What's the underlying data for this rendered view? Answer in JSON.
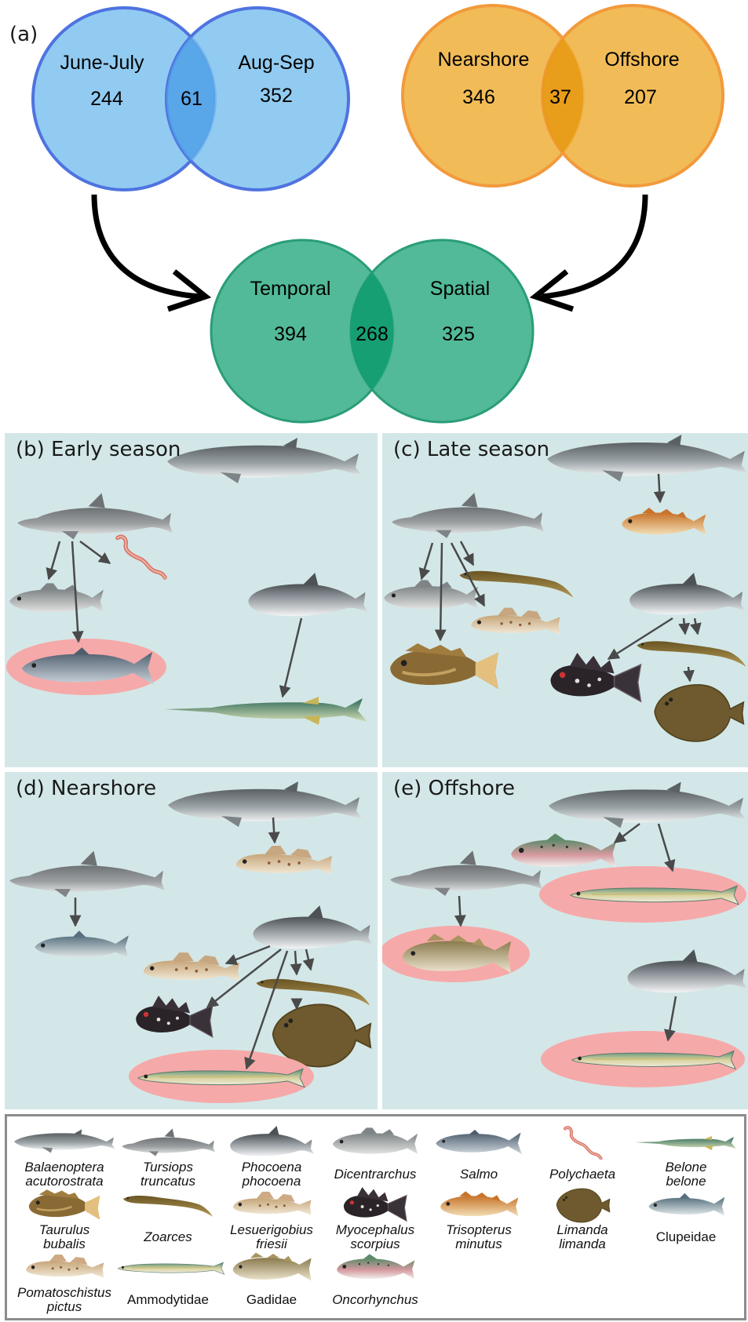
{
  "figure_label": "(a)",
  "venns": {
    "season": {
      "left_label": "June-July",
      "left_value": "244",
      "overlap_value": "61",
      "right_label": "Aug-Sep",
      "right_value": "352",
      "color": "#7fc2ee",
      "stroke": "#4f73e0"
    },
    "location": {
      "left_label": "Nearshore",
      "left_value": "346",
      "overlap_value": "37",
      "right_label": "Offshore",
      "right_value": "207",
      "color": "#efb545",
      "stroke": "#f29a3c"
    },
    "combined": {
      "left_label": "Temporal",
      "left_value": "394",
      "overlap_value": "268",
      "right_label": "Spatial",
      "right_value": "325",
      "color": "#3fb28d",
      "stroke": "#2a9d78"
    }
  },
  "panels": {
    "b": {
      "label": "(b) Early season"
    },
    "c": {
      "label": "(c) Late season"
    },
    "d": {
      "label": "(d) Nearshore"
    },
    "e": {
      "label": "(e) Offshore"
    }
  },
  "colors": {
    "panel_bg": "#d3e7e8",
    "highlight": "#f6a9a9",
    "arrow": "#4a4a4a"
  },
  "legend": [
    {
      "name": "Balaenoptera acutorostrata",
      "line1": "Balaenoptera",
      "line2": "acutorostrata",
      "italic": true,
      "icon": "minke-whale-icon"
    },
    {
      "name": "Tursiops truncatus",
      "line1": "Tursiops",
      "line2": "truncatus",
      "italic": true,
      "icon": "dolphin-icon"
    },
    {
      "name": "Phocoena phocoena",
      "line1": "Phocoena",
      "line2": "phocoena",
      "italic": true,
      "icon": "porpoise-icon"
    },
    {
      "name": "Dicentrarchus",
      "line1": "Dicentrarchus",
      "line2": "",
      "italic": true,
      "icon": "sea-bass-icon"
    },
    {
      "name": "Salmo",
      "line1": "Salmo",
      "line2": "",
      "italic": true,
      "icon": "salmon-icon"
    },
    {
      "name": "Polychaeta",
      "line1": "Polychaeta",
      "line2": "",
      "italic": true,
      "icon": "polychaete-worm-icon"
    },
    {
      "name": "Belone belone",
      "line1": "Belone",
      "line2": "belone",
      "italic": true,
      "icon": "garfish-icon"
    },
    {
      "name": "Taurulus bubalis",
      "line1": "Taurulus",
      "line2": "bubalis",
      "italic": true,
      "icon": "sea-scorpion-icon"
    },
    {
      "name": "Zoarces",
      "line1": "Zoarces",
      "line2": "",
      "italic": true,
      "icon": "eelpout-icon"
    },
    {
      "name": "Lesuerigobius friesii",
      "line1": "Lesuerigobius",
      "line2": "friesii",
      "italic": true,
      "icon": "goby-icon"
    },
    {
      "name": "Myocephalus scorpius",
      "line1": "Myocephalus",
      "line2": "scorpius",
      "italic": true,
      "icon": "sculpin-icon"
    },
    {
      "name": "Trisopterus minutus",
      "line1": "Trisopterus",
      "line2": "minutus",
      "italic": true,
      "icon": "poor-cod-icon"
    },
    {
      "name": "Limanda limanda",
      "line1": "Limanda",
      "line2": "limanda",
      "italic": true,
      "icon": "dab-flatfish-icon"
    },
    {
      "name": "Clupeidae",
      "line1": "Clupeidae",
      "line2": "",
      "italic": false,
      "icon": "herring-icon"
    },
    {
      "name": "Pomatoschistus pictus",
      "line1": "Pomatoschistus",
      "line2": "pictus",
      "italic": true,
      "icon": "painted-goby-icon"
    },
    {
      "name": "Ammodytidae",
      "line1": "Ammodytidae",
      "line2": "",
      "italic": false,
      "icon": "sandeel-icon"
    },
    {
      "name": "Gadidae",
      "line1": "Gadidae",
      "line2": "",
      "italic": false,
      "icon": "cod-icon"
    },
    {
      "name": "Oncorhynchus",
      "line1": "Oncorhynchus",
      "line2": "",
      "italic": true,
      "icon": "trout-icon"
    }
  ]
}
